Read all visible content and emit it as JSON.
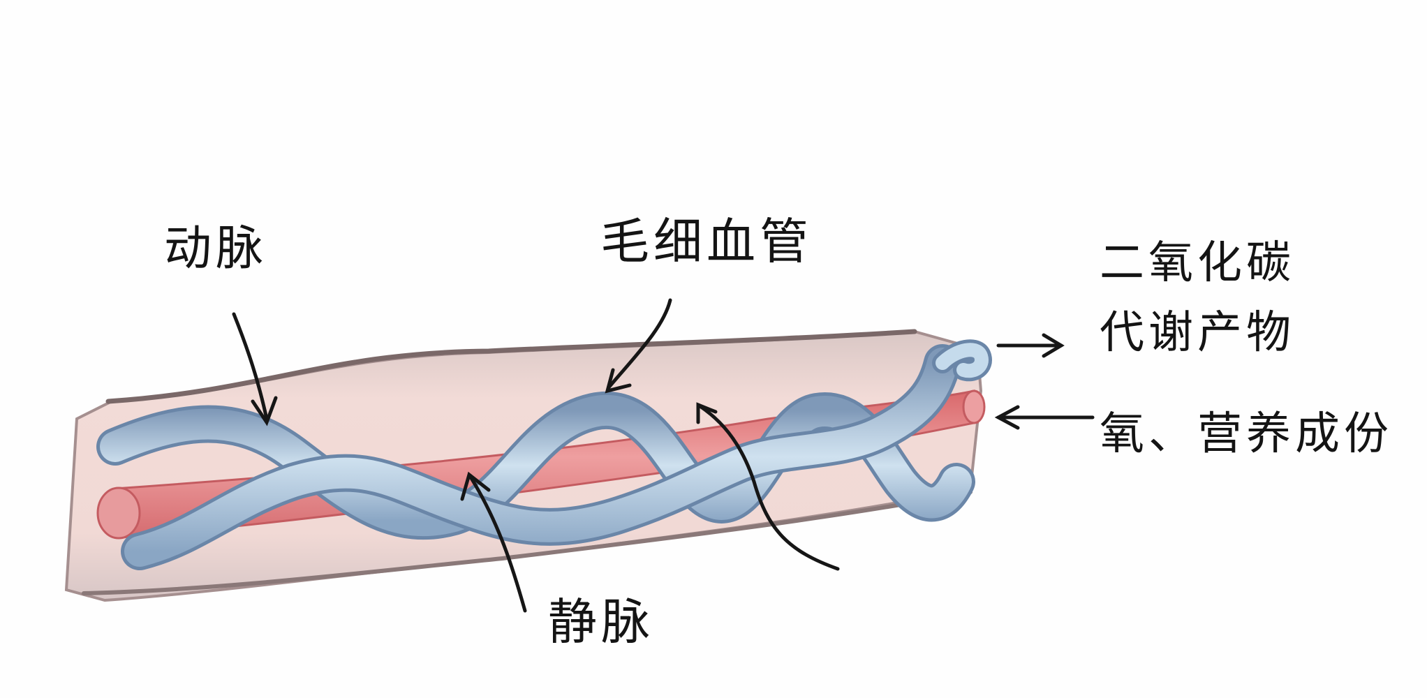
{
  "labels": {
    "artery": "动脉",
    "capillary": "毛细血管",
    "vein": "静脉",
    "waste_line1": "二氧化碳",
    "waste_line2": "代谢产物",
    "oxygen_nutrients": "氧、营养成份"
  },
  "colors": {
    "artery": "#e58d8f",
    "capillary": "#b8d0e4",
    "tissue": "#f3dcd8",
    "ink": "#141414"
  }
}
